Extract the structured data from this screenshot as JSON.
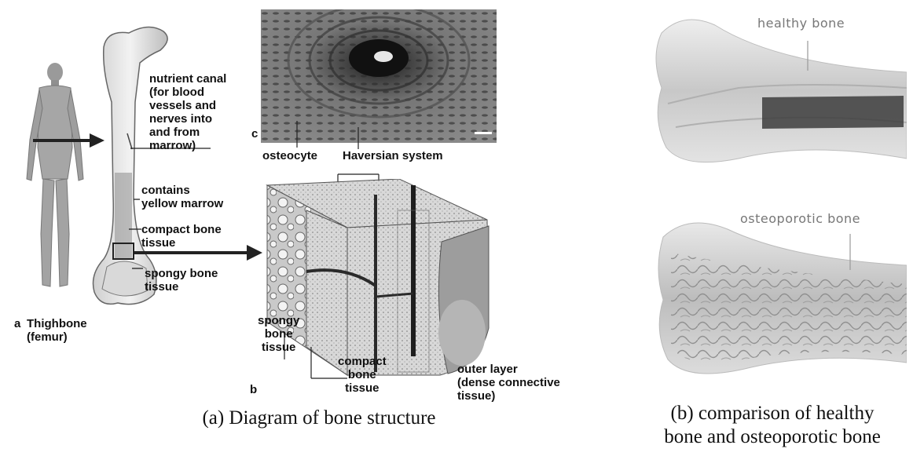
{
  "figure_a": {
    "panel_labels": {
      "a": "a",
      "b": "b",
      "c": "c"
    },
    "femur_caption": "Thighbone\n(femur)",
    "femur_labels": {
      "nutrient_canal": "nutrient canal\n(for blood\nvessels and\nnerves into\nand from\nmarrow)",
      "yellow_marrow": "contains\nyellow marrow",
      "compact": "compact bone\ntissue",
      "spongy": "spongy bone\ntissue"
    },
    "micro_labels": {
      "osteocyte": "osteocyte",
      "haversian": "Haversian system"
    },
    "block_labels": {
      "spongy": "spongy\nbone\ntissue",
      "compact": "compact\nbone\ntissue",
      "outer": "outer layer\n(dense connective\ntissue)"
    },
    "caption": "(a) Diagram of bone structure"
  },
  "figure_b": {
    "healthy_label": "healthy bone",
    "osteoporotic_label": "osteoporotic bone",
    "caption": "(b) comparison of healthy\nbone and osteoporotic bone"
  }
}
